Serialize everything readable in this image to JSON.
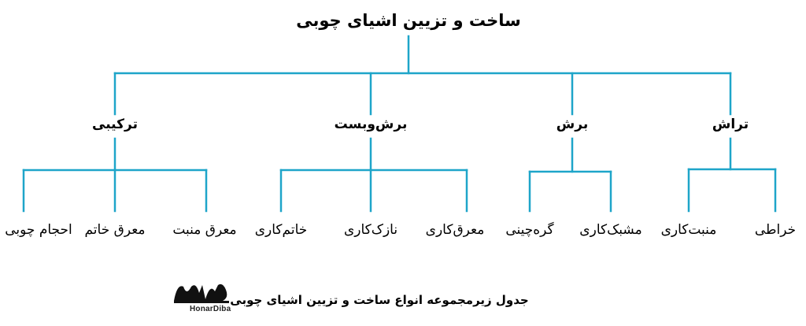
{
  "colors": {
    "connector": "#1ea5c9",
    "text": "#000000"
  },
  "root": {
    "label": "ساخت و تزیین اشیای چوبی"
  },
  "categories": [
    {
      "label": "تراش",
      "children": [
        "خراطی",
        "منبت‌کاری"
      ]
    },
    {
      "label": "برش",
      "children": [
        "مشبک‌کاری",
        "گره‌چینی"
      ]
    },
    {
      "label": "برش‌وبست",
      "children": [
        "معرق‌کاری",
        "نازک‌کاری",
        "خاتم‌کاری"
      ]
    },
    {
      "label": "ترکیبی",
      "children": [
        "معرق منبت",
        "معرق خاتم",
        "احجام چوبی"
      ]
    }
  ],
  "caption": "جدول زیرمجموعه انواع ساخت و تزیین اشیای چوبی",
  "logo": {
    "brand": "HonarDiba",
    "icon": "honardiba-logo-icon"
  }
}
